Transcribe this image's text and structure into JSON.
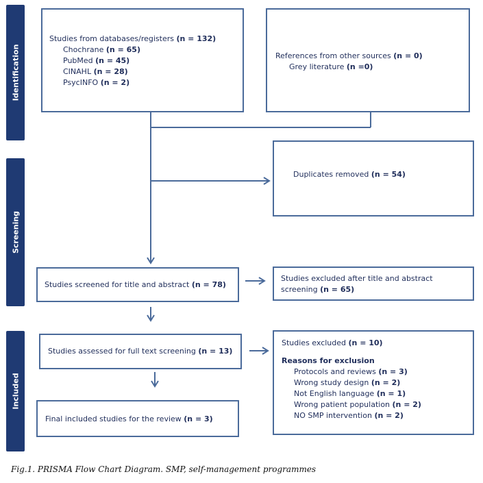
{
  "stages": {
    "identification": "Identification",
    "screening": "Screening",
    "included": "Included"
  },
  "identification": {
    "databases": {
      "label": "Studies from databases/registers",
      "count": "(n = 132)",
      "sources": [
        {
          "name": "Chochrane",
          "count": "(n = 65)"
        },
        {
          "name": "PubMed",
          "count": "(n = 45)"
        },
        {
          "name": "CINAHL",
          "count": "(n = 28)"
        },
        {
          "name": "PsycINFO",
          "count": "(n = 2)"
        }
      ]
    },
    "other": {
      "label": "References from other sources",
      "count": "(n = 0)",
      "sub_label": "Grey literature",
      "sub_count": "(n =0)"
    }
  },
  "screening": {
    "duplicates": {
      "label": "Duplicates removed",
      "count": "(n = 54)"
    },
    "screened": {
      "label": "Studies screened for title and abstract",
      "count": "(n = 78)"
    },
    "excluded_ta": {
      "line1": "Studies excluded after title and abstract",
      "line2": "screening",
      "count": "(n = 65)"
    }
  },
  "included": {
    "fulltext": {
      "label": "Studies assessed for full text screening",
      "count": "(n = 13)"
    },
    "final": {
      "label": "Final included studies for the review",
      "count": "(n = 3)"
    },
    "excluded": {
      "label": "Studies excluded",
      "count": "(n = 10)",
      "reasons_title": "Reasons for exclusion",
      "reasons": [
        {
          "name": "Protocols and reviews",
          "count": "(n = 3)"
        },
        {
          "name": "Wrong study design",
          "count": "(n = 2)"
        },
        {
          "name": "Not English language",
          "count": "(n = 1)"
        },
        {
          "name": "Wrong patient population",
          "count": "(n = 2)"
        },
        {
          "name": "NO SMP intervention",
          "count": "(n = 2)"
        }
      ]
    }
  },
  "caption": "Fig.1. PRISMA Flow Chart Diagram. SMP, self-management programmes",
  "colors": {
    "stage": "#1f3a73",
    "border": "#4a6a9a",
    "text": "#1f2d5a"
  }
}
